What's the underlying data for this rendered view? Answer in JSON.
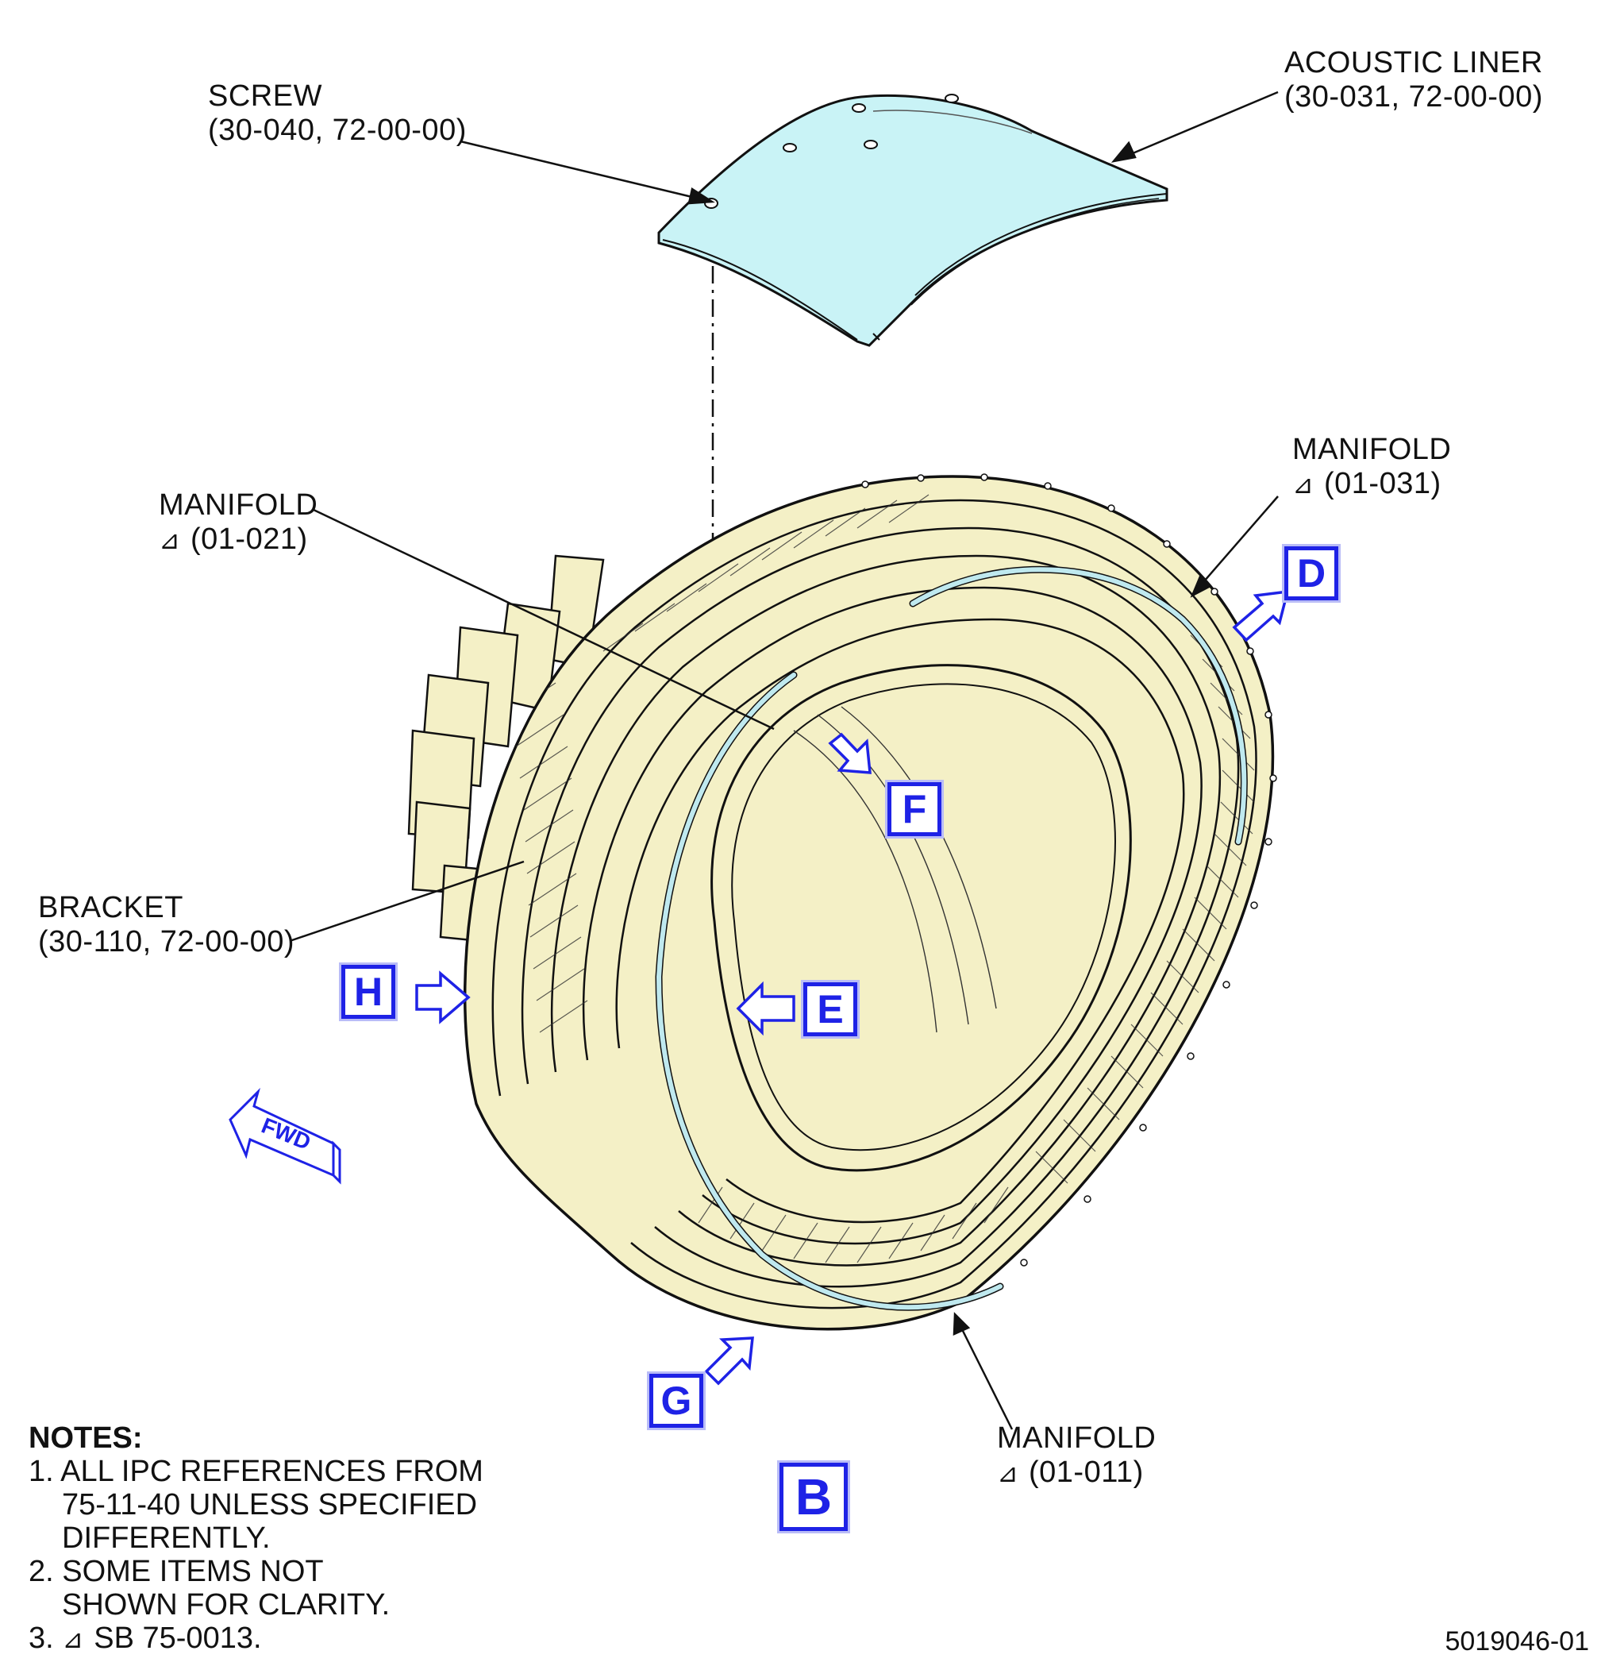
{
  "labels": {
    "screw": {
      "name": "SCREW",
      "ref": "(30-040, 72-00-00)"
    },
    "acoustic_liner": {
      "name": "ACOUSTIC LINER",
      "ref": "(30-031, 72-00-00)"
    },
    "manifold_021": {
      "name": "MANIFOLD",
      "ref": "(01-021)"
    },
    "manifold_031": {
      "name": "MANIFOLD",
      "ref": "(01-031)"
    },
    "manifold_011": {
      "name": "MANIFOLD",
      "ref": "(01-011)"
    },
    "bracket": {
      "name": "BRACKET",
      "ref": "(30-110, 72-00-00)"
    }
  },
  "view_callouts": {
    "d": "D",
    "f": "F",
    "e": "E",
    "h": "H",
    "g": "G",
    "b": "B"
  },
  "fwd_label": "FWD",
  "notes": {
    "title": "NOTES:",
    "n1_a": "1. ALL IPC REFERENCES FROM",
    "n1_b": "75-11-40 UNLESS SPECIFIED",
    "n1_c": "DIFFERENTLY.",
    "n2_a": "2. SOME ITEMS NOT",
    "n2_b": "SHOWN FOR CLARITY.",
    "n3_prefix": "3.",
    "n3_text": "SB 75-0013."
  },
  "figure_number": "5019046-01",
  "colors": {
    "part_fill": "#f4f0c6",
    "liner_fill": "#c9f3f6",
    "manifold_fill": "#bfe9ef",
    "callout_blue": "#1e22e6",
    "line": "#111111"
  },
  "icons": [
    "effectivity-mark-icon",
    "view-arrow-icon",
    "fwd-arrow-icon"
  ]
}
